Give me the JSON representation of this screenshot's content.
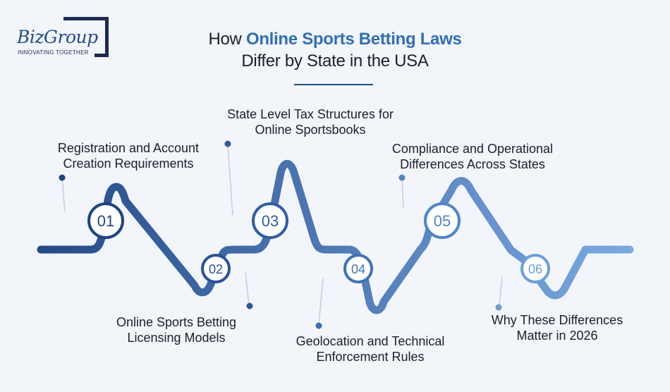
{
  "logo": {
    "name": "BizGroup",
    "tagline": "INNOVATING TOGETHER"
  },
  "title": {
    "prefix": "How ",
    "highlight": "Online Sports Betting Laws",
    "line2": "Differ by State in the USA"
  },
  "steps": [
    {
      "number": "01",
      "line1": "Registration and Account",
      "line2": "Creation Requirements"
    },
    {
      "number": "02",
      "line1": "Online Sports Betting",
      "line2": "Licensing Models"
    },
    {
      "number": "03",
      "line1": "State Level Tax Structures for",
      "line2": "Online Sportsbooks"
    },
    {
      "number": "04",
      "line1": "Geolocation and Technical",
      "line2": "Enforcement Rules"
    },
    {
      "number": "05",
      "line1": "Compliance and Operational",
      "line2": "Differences Across States"
    },
    {
      "number": "06",
      "line1": "Why These Differences",
      "line2": "Matter in 2026"
    }
  ],
  "colors": {
    "wave_start": "#1d4484",
    "wave_end": "#7fb0e8",
    "background": "#f2f5fa",
    "title_accent": "#2f6fb8"
  }
}
